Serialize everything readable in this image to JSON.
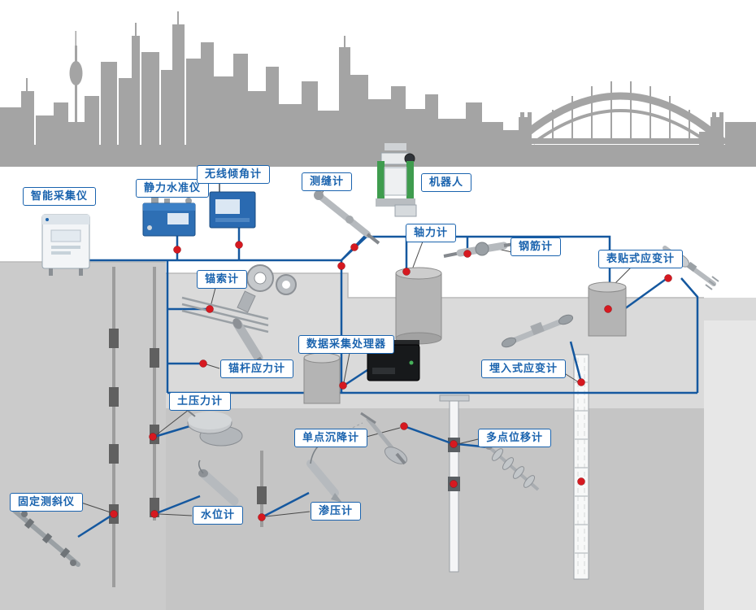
{
  "diagram": {
    "labels": {
      "smart_acquisition": "智能采集仪",
      "static_level": "静力水准仪",
      "wireless_tilt": "无线倾角计",
      "crack_meter": "测缝计",
      "robot": "机器人",
      "axial_force": "轴力计",
      "rebar_meter": "钢筋计",
      "surface_strain": "表贴式应变计",
      "anchor_cable": "锚索计",
      "anchor_rod_stress": "锚杆应力计",
      "data_processor": "数据采集处理器",
      "embedded_strain": "埋入式应变计",
      "earth_pressure": "土压力计",
      "single_settlement": "单点沉降计",
      "multi_displacement": "多点位移计",
      "fixed_inclinometer": "固定测斜仪",
      "water_level": "水位计",
      "piezometer": "渗压计"
    },
    "colors": {
      "label_blue": "#1a63ae",
      "cable_blue": "#15589f",
      "node_red": "#d61920",
      "skyline_gray": "#a4a4a4",
      "device_gray": "#b5b9bd"
    }
  }
}
